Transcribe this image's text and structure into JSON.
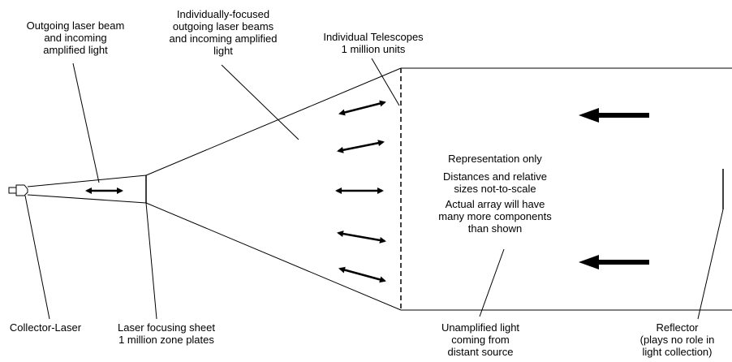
{
  "labels": {
    "outgoing_beam": "Outgoing laser beam\nand incoming\namplified light",
    "focused_beams": "Individually-focused\noutgoing laser beams\nand incoming amplified\nlight",
    "telescopes": "Individual Telescopes\n1 million units",
    "representation": "Representation only",
    "distances": "Distances and relative\nsizes not-to-scale",
    "actual_array": "Actual array will have\nmany more components\nthan shown",
    "collector_laser": "Collector-Laser",
    "focusing_sheet": "Laser focusing sheet\n1 million zone plates",
    "unamplified": "Unamplified light\ncoming from\ndistant source",
    "reflector": "Reflector\n(plays no role in\nlight collection)"
  }
}
